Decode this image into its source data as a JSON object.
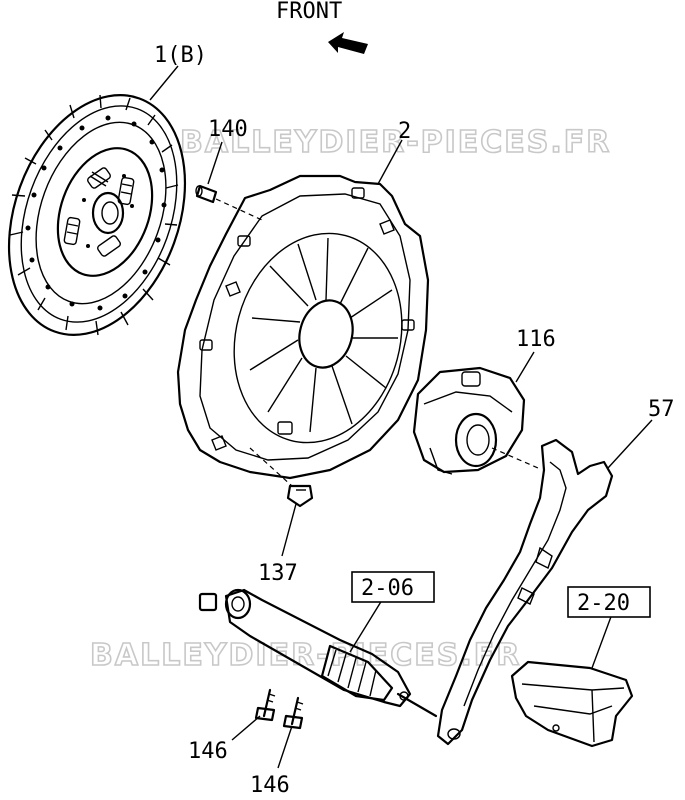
{
  "front_label": "FRONT",
  "watermark": "BALLEYDIER-PIECES.FR",
  "callouts": {
    "clutch_disc": "1(B)",
    "pin": "140",
    "pressure_plate": "2",
    "release_bearing": "116",
    "release_fork": "57",
    "bolt": "137",
    "slave_cylinder_ref": "2-06",
    "bracket_ref": "2-20",
    "bolt_a": "146",
    "bolt_b": "146"
  }
}
